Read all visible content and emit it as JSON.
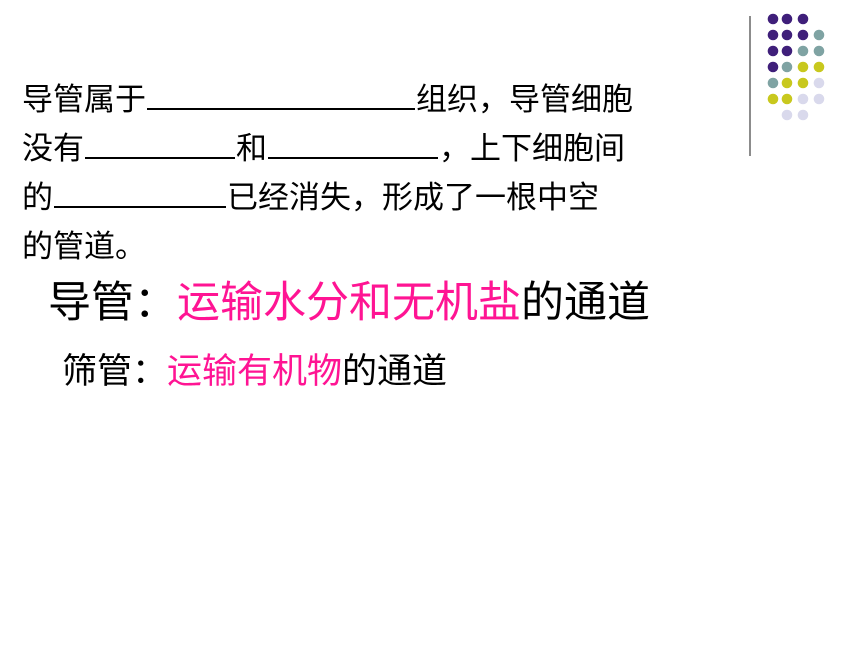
{
  "decor": {
    "colors": {
      "purple": "#3f1f7a",
      "teal": "#7fa3a3",
      "olive": "#c8c81e",
      "lavender": "#d9d9ec",
      "divider": "#8c8c8c",
      "highlight": "#ff1493"
    }
  },
  "question": {
    "p1": "导管属于",
    "p2": "组织，导管细胞",
    "p3": "没有",
    "p4": "和",
    "p5": "，上下细胞间",
    "p6": "的",
    "p7": "已经消失，形成了一根中空",
    "p8": "的管道。"
  },
  "lines": [
    {
      "label": "导管：",
      "highlight": "运输水分和无机盐",
      "tail": "的通道"
    },
    {
      "label": "筛管：",
      "highlight": "运输有机物",
      "tail": "的通道"
    }
  ]
}
